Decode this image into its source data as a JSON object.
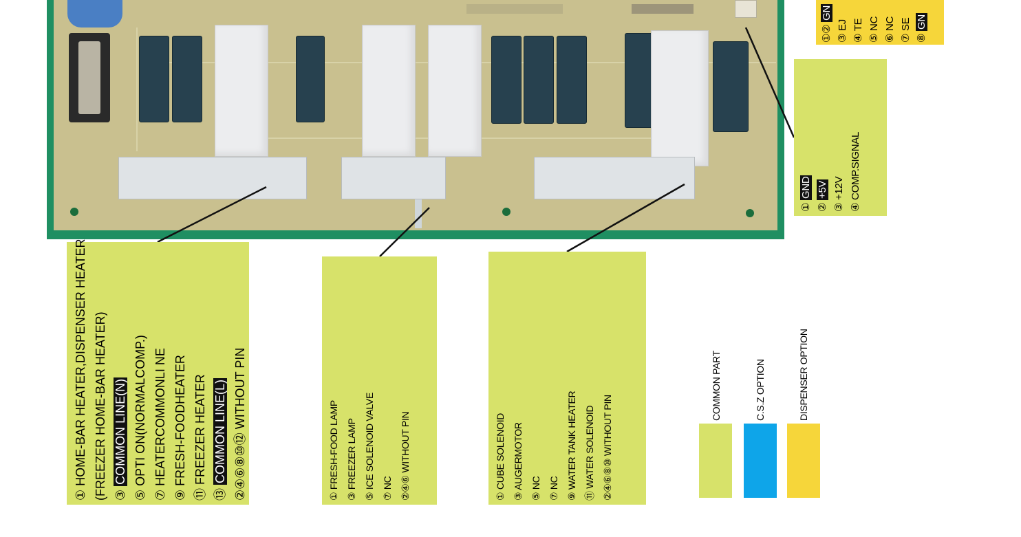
{
  "colors": {
    "common": "#d7e26a",
    "csz": "#0ea5e9",
    "dispenser": "#f6d63a"
  },
  "box1": {
    "lines": [
      {
        "n": "①",
        "t": "HOME-BAR HEATER,DISPENSER HEATER",
        "hl": false
      },
      {
        "n": "",
        "t": "(FREEZER HOME-BAR HEATER)",
        "hl": false
      },
      {
        "n": "③",
        "t": "COMMON LINE(N)",
        "hl": true
      },
      {
        "n": "⑤",
        "t": "OPTI ON(NORMALCOMP.)",
        "hl": false
      },
      {
        "n": "⑦",
        "t": "HEATERCOMMONLI NE",
        "hl": false
      },
      {
        "n": "⑨",
        "t": "FRESH-FOODHEATER",
        "hl": false
      },
      {
        "n": "⑪",
        "t": "FREEZER HEATER",
        "hl": false
      },
      {
        "n": "⑬",
        "t": "COMMON LINE(L)",
        "hl": true
      },
      {
        "n": "②④⑥⑧⑩⑫",
        "t": "WITHOUT PIN",
        "hl": false
      }
    ]
  },
  "box2": {
    "lines": [
      {
        "n": "①",
        "t": "FRESH-FOOD LAMP",
        "hl": false
      },
      {
        "n": "③",
        "t": "FREEZER LAMP",
        "hl": false
      },
      {
        "n": "⑤",
        "t": "ICE SOLENOID VALVE",
        "hl": false
      },
      {
        "n": "⑦",
        "t": "NC",
        "hl": false
      },
      {
        "n": "②④⑥",
        "t": "WITHOUT PIN",
        "hl": false
      }
    ]
  },
  "box3": {
    "lines": [
      {
        "n": "①",
        "t": "CUBE SOLENOID",
        "hl": false
      },
      {
        "n": "③",
        "t": "AUGERMOTOR",
        "hl": false
      },
      {
        "n": "⑤",
        "t": "NC",
        "hl": false
      },
      {
        "n": "⑦",
        "t": "NC",
        "hl": false
      },
      {
        "n": "⑨",
        "t": "WATER TANK HEATER",
        "hl": false
      },
      {
        "n": "⑪",
        "t": "WATER SOLENOID",
        "hl": false
      },
      {
        "n": "②④⑥⑧⑩",
        "t": "WITHOUT PIN",
        "hl": false
      }
    ]
  },
  "box4": {
    "lines": [
      {
        "n": "①",
        "t": "GND",
        "hl": true
      },
      {
        "n": "②",
        "t": "+5V",
        "hl": true
      },
      {
        "n": "③",
        "t": "+12V",
        "hl": false
      },
      {
        "n": "④",
        "t": "COMP.SIGNAL",
        "hl": false
      }
    ]
  },
  "box5": {
    "lines": [
      {
        "n": "①②",
        "t": "GN",
        "hl": true
      },
      {
        "n": "③",
        "t": "EJ",
        "hl": false
      },
      {
        "n": "④",
        "t": "TE",
        "hl": false
      },
      {
        "n": "⑤",
        "t": "NC",
        "hl": false
      },
      {
        "n": "⑥",
        "t": "NC",
        "hl": false
      },
      {
        "n": "⑦",
        "t": "SE",
        "hl": false
      },
      {
        "n": "⑧",
        "t": "GN",
        "hl": true
      }
    ]
  },
  "legend": [
    {
      "label": "COMMON PART",
      "color": "#d7e26a"
    },
    {
      "label": "C.S.Z OPTION",
      "color": "#0ea5e9"
    },
    {
      "label": "DISPENSER OPTION",
      "color": "#f6d63a"
    }
  ]
}
